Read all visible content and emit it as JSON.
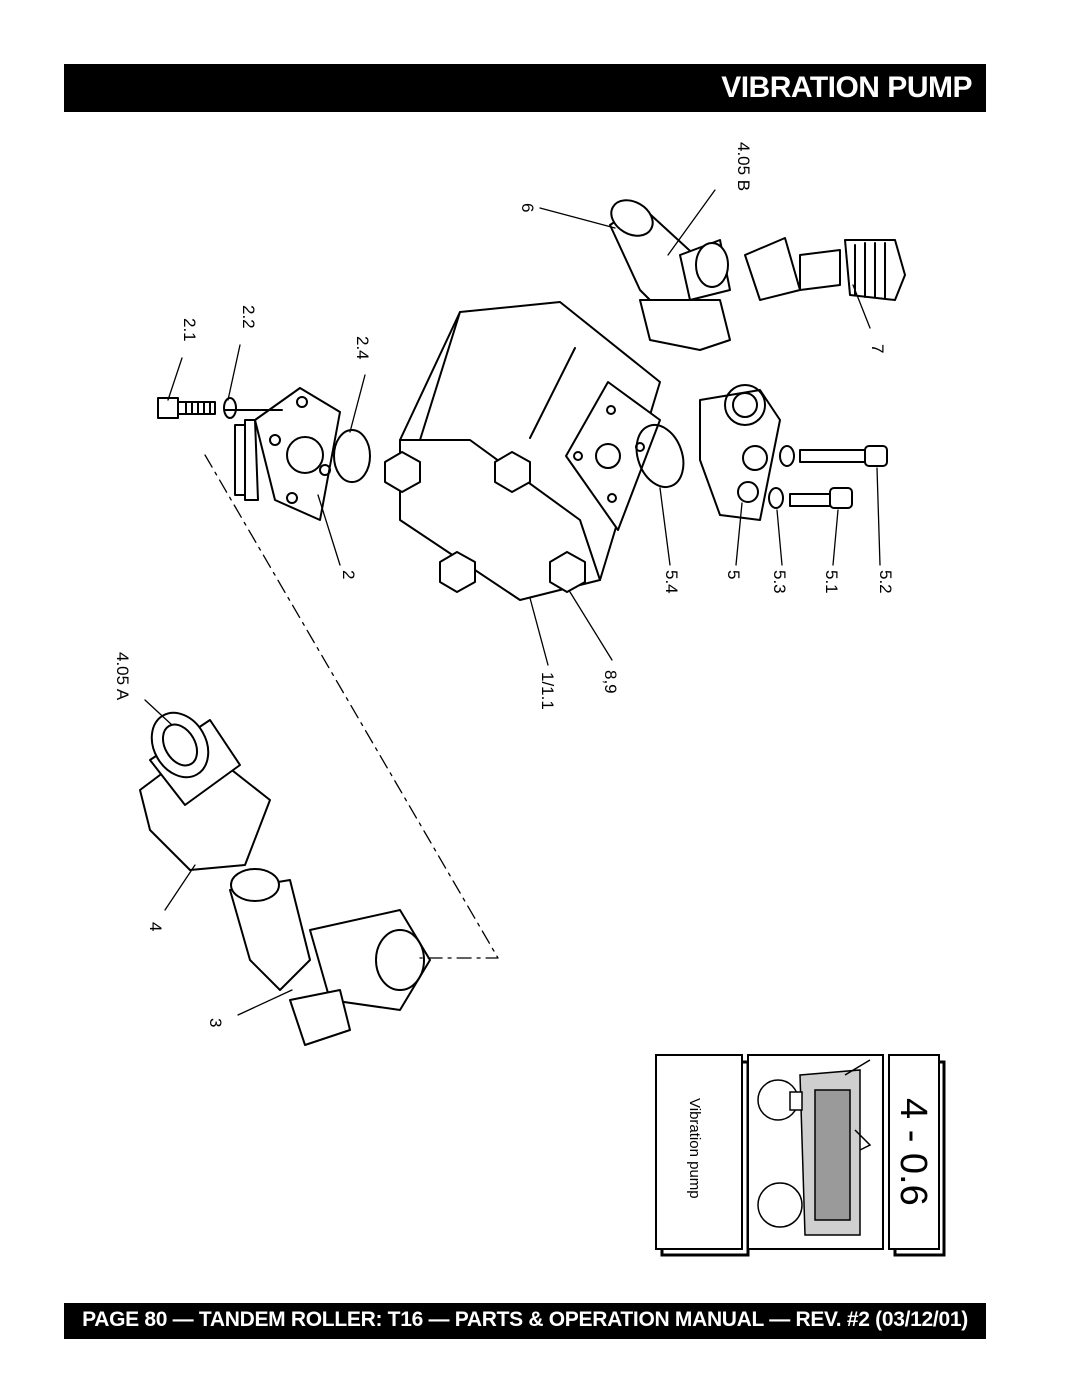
{
  "header": {
    "title": "VIBRATION PUMP"
  },
  "footer": {
    "text": "PAGE 80 — TANDEM ROLLER: T16 — PARTS & OPERATION MANUAL — REV. #2 (03/12/01)"
  },
  "diagram": {
    "callouts": {
      "c_405b": "4.05 B",
      "c_6": "6",
      "c_7": "7",
      "c_21": "2.1",
      "c_22": "2.2",
      "c_24": "2.4",
      "c_2": "2",
      "c_54": "5.4",
      "c_5": "5",
      "c_53": "5.3",
      "c_51": "5.1",
      "c_52": "5.2",
      "c_89": "8,9",
      "c_111": "1/1.1",
      "c_405a": "4.05 A",
      "c_4": "4",
      "c_3": "3"
    },
    "panel": {
      "caption": "Vibration pump",
      "section": "4 - 0.6"
    }
  }
}
